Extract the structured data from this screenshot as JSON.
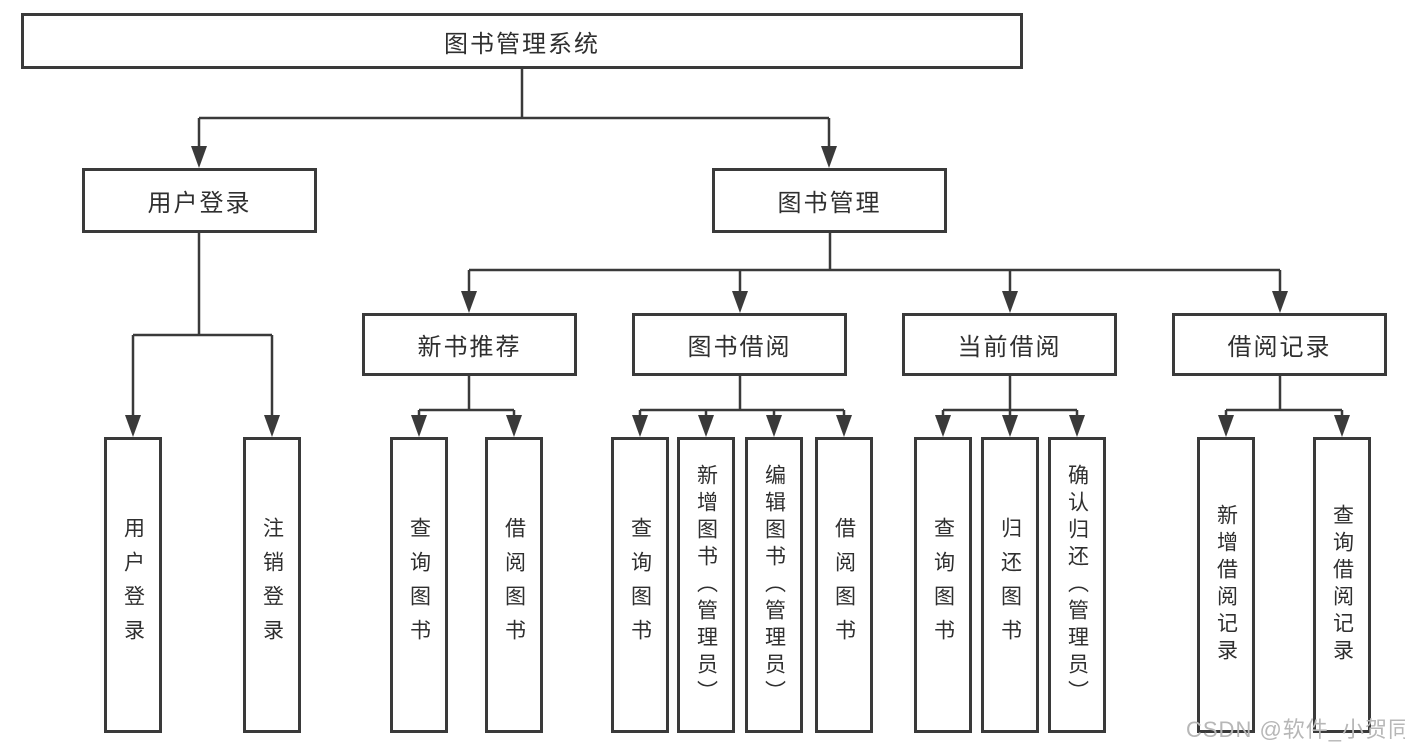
{
  "diagram": {
    "root": {
      "label": "图书管理系统"
    },
    "level2": {
      "user_login": "用户登录",
      "book_management": "图书管理"
    },
    "level3": {
      "new_book_recommend": "新书推荐",
      "book_borrow": "图书借阅",
      "current_borrow": "当前借阅",
      "borrow_record": "借阅记录"
    },
    "leaves": {
      "user_login": [
        "用户登录",
        "注销登录"
      ],
      "new_book_recommend": [
        "查询图书",
        "借阅图书"
      ],
      "book_borrow": [
        "查询图书",
        "新增图书（管理员）",
        "编辑图书（管理员）",
        "借阅图书"
      ],
      "current_borrow": [
        "查询图书",
        "归还图书",
        "确认归还（管理员）"
      ],
      "borrow_record": [
        "新增借阅记录",
        "查询借阅记录"
      ]
    }
  },
  "watermark": {
    "text": "CSDN @软件_小贺同学"
  },
  "colors": {
    "line": "#3a3a3a",
    "box_border": "#3a3a3a",
    "text": "#2f2f2f",
    "watermark": "#b7b7b7",
    "background": "#ffffff"
  }
}
